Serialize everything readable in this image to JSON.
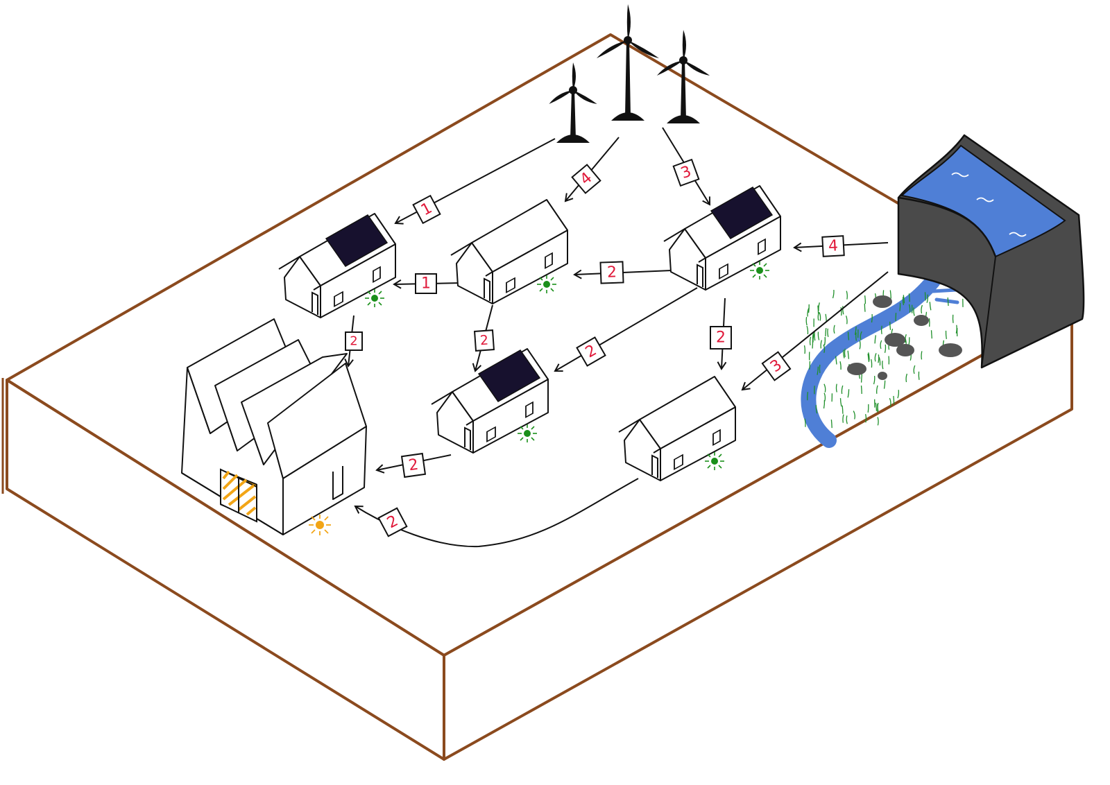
{
  "colors": {
    "ground_border": "#8b4a1e",
    "ground": "#ffffff",
    "line": "#111111",
    "label_text": "#e0193a",
    "solar_panel": "#17112e",
    "turbine": "#111111",
    "dam": "#4a4a4a",
    "water": "#4f7fd6",
    "grass": "#1f8f2a",
    "rock": "#555555",
    "green_sun": "#1a8f1a",
    "orange_sun": "#f2a516",
    "factory_door": "#f2a516"
  },
  "icons": {
    "wind_farm": "wind-turbine-icon",
    "dam": "hydro-dam-icon",
    "house": "house-icon",
    "solar": "solar-panel-icon",
    "factory": "factory-icon",
    "sun": "sun-icon"
  },
  "flow_labels": {
    "wind_to_house_a": "1",
    "wind_to_house_b": "4",
    "wind_to_house_c": "3",
    "dam_to_house_c": "4",
    "dam_to_house_f": "3",
    "house_b_to_house_a": "1",
    "house_c_to_house_b": "2",
    "house_a_to_factory": "2",
    "house_b_to_house_d": "2",
    "house_c_to_house_d": "2",
    "house_c_to_house_f": "2",
    "house_d_to_factory": "2",
    "house_f_to_factory": "2"
  }
}
